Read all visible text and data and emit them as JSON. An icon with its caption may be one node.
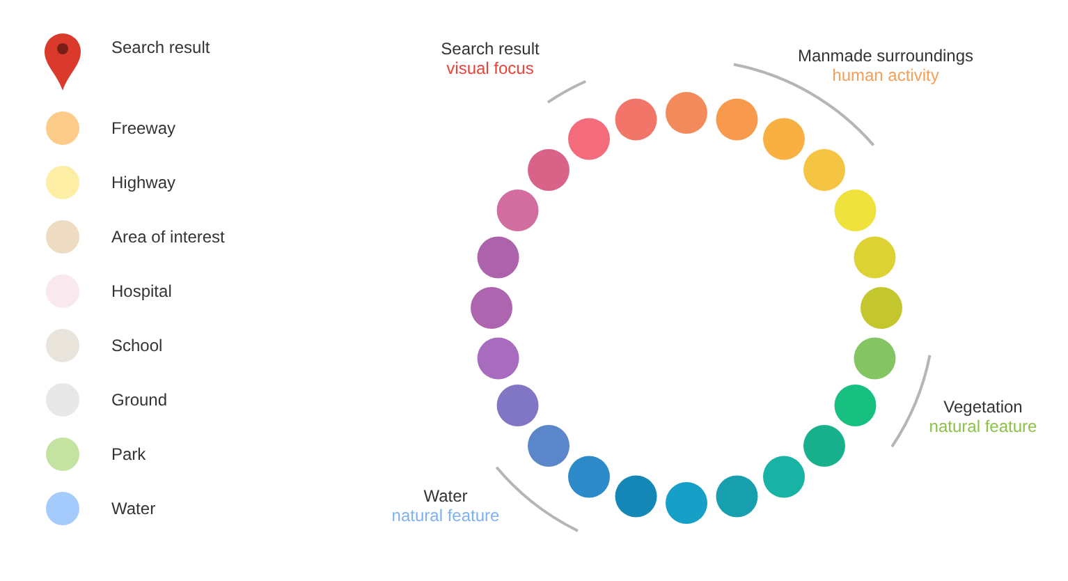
{
  "diagram": {
    "labels": [
      "Search result",
      "visual focus",
      "Manmade surroundings",
      "human activity",
      "Vegetation",
      "natural feature",
      "Water",
      "natural feature"
    ],
    "legend": [
      {
        "text": "Search result"
      },
      {
        "text": "Freeway",
        "color": "#fdcc8a"
      },
      {
        "text": "Highway",
        "color": "#fdeea6"
      },
      {
        "text": "Area of interest",
        "color": "#eedcc2"
      },
      {
        "text": "Hospital",
        "color": "#f9e8ee"
      },
      {
        "text": "School",
        "color": "#e9e5dc"
      },
      {
        "text": "Ground",
        "color": "#e8e8e8"
      },
      {
        "text": "Park",
        "color": "#c5e3a0"
      },
      {
        "text": "Water",
        "color": "#a4cbfc"
      }
    ]
  }
}
